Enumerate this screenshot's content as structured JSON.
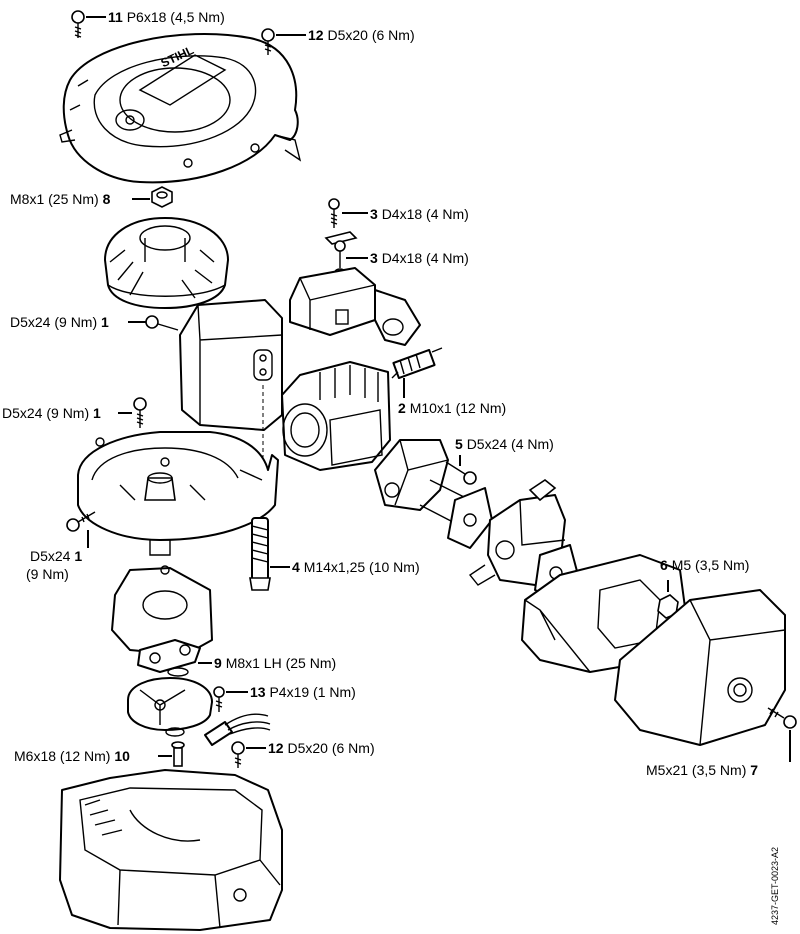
{
  "callouts": [
    {
      "num": "11",
      "spec": "P6x18 (4,5 Nm)"
    },
    {
      "num": "12",
      "spec": "D5x20 (6 Nm)"
    },
    {
      "num": "8",
      "spec": "M8x1 (25 Nm)"
    },
    {
      "num": "3",
      "spec": "D4x18 (4 Nm)"
    },
    {
      "num": "3",
      "spec": "D4x18 (4 Nm)"
    },
    {
      "num": "1",
      "spec": "D5x24 (9 Nm)"
    },
    {
      "num": "2",
      "spec": "M10x1 (12 Nm)"
    },
    {
      "num": "1",
      "spec": "D5x24 (9 Nm)"
    },
    {
      "num": "5",
      "spec": "D5x24 (4 Nm)"
    },
    {
      "num": "1",
      "spec": "D5x24",
      "spec2": "(9 Nm)"
    },
    {
      "num": "4",
      "spec": "M14x1,25 (10 Nm)"
    },
    {
      "num": "6",
      "spec": "M5 (3,5 Nm)"
    },
    {
      "num": "9",
      "spec": "M8x1 LH (25 Nm)"
    },
    {
      "num": "13",
      "spec": "P4x19 (1 Nm)"
    },
    {
      "num": "10",
      "spec": "M6x18 (12 Nm)"
    },
    {
      "num": "12",
      "spec": "D5x20 (6 Nm)"
    },
    {
      "num": "7",
      "spec": "M5x21 (3,5 Nm)"
    }
  ],
  "logo_text": "STIHL",
  "drawing_id": "4237-GET-0023-A2"
}
